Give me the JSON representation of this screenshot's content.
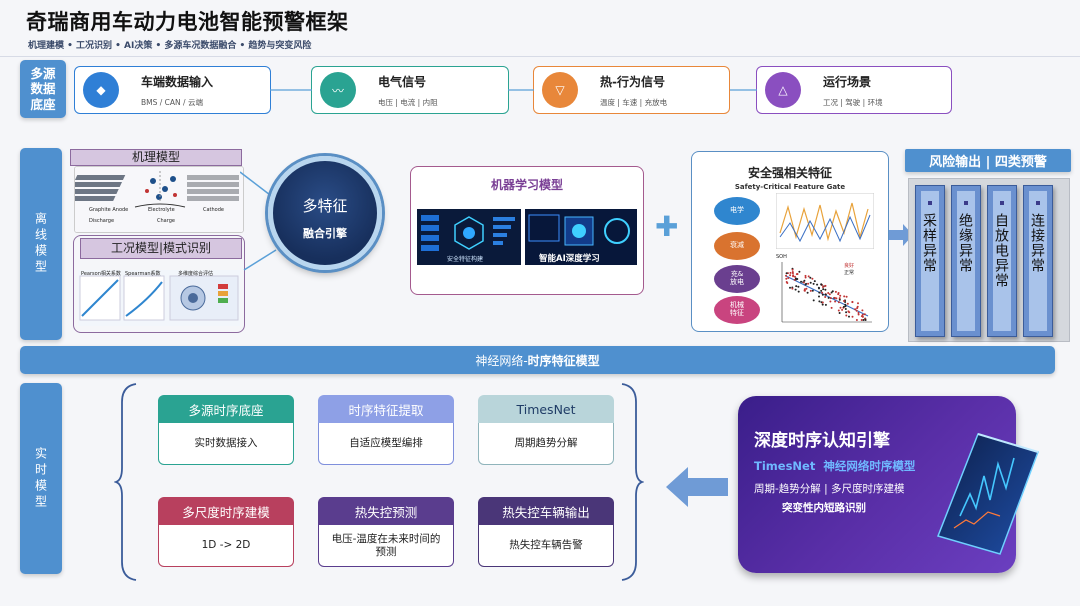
{
  "title": "奇瑞商用车动力电池智能预警框架",
  "subtitle": "机理建模 • 工况识别 • AI决策 • 多源车况数据融合 • 趋势与突变风险",
  "sources_side": "多源\n数据\n底座",
  "sources": [
    {
      "name": "车端数据输入",
      "sub": "BMS / CAN / 云端",
      "icon": "◆",
      "icon_name": "diamond-icon",
      "color": "#2f7fd6"
    },
    {
      "name": "电气信号",
      "sub": "电压 | 电流 | 内阻",
      "icon": "〰",
      "icon_name": "wave-icon",
      "color": "#2aa392"
    },
    {
      "name": "热-行为信号",
      "sub": "温度 | 车速 | 充放电",
      "icon": "▽",
      "icon_name": "triangle-down-icon",
      "color": "#e8873a"
    },
    {
      "name": "运行场景",
      "sub": "工况 | 驾驶 | 环境",
      "icon": "△",
      "icon_name": "triangle-up-icon",
      "color": "#8a4fc0"
    }
  ],
  "offline": {
    "side": "离线模型",
    "mech_label": "机理模型",
    "mech_img_labels": [
      "Graphite Anode",
      "Electrolyte",
      "Cathode",
      "Discharge",
      "Charge"
    ],
    "cond_label": "工况模型|模式识别",
    "cond_img_labels": [
      "Pearson相关系数",
      "Spearman系数",
      "多维度综合评估"
    ],
    "fusion_line1": "多特征",
    "fusion_line2": "融合引擎",
    "ml_title": "机器学习模型",
    "ml_caption_left": "安全特征构建",
    "ml_caption_right": "智能AI深度学习",
    "plus": "✚",
    "safety_title": "安全强相关特征",
    "safety_sub": "Safety-Critical Feature Gate",
    "features": [
      {
        "label": "电学",
        "color": "#2f86cf"
      },
      {
        "label": "衰减",
        "color": "#d9732f"
      },
      {
        "label": "充&\n放电",
        "color": "#6a3f8f"
      },
      {
        "label": "机械\n特征",
        "color": "#c9447f"
      }
    ],
    "scatter_legend": [
      "良好",
      "正常"
    ],
    "scatter_ylabel": "SOH",
    "risk_header": "风险输出 | 四类预警",
    "risks": [
      "采样异常",
      "绝缘异常",
      "自放电异常",
      "连接异常"
    ]
  },
  "banner": {
    "prefix": "神经网络-",
    "bold": "时序特征模型"
  },
  "realtime": {
    "side": "实时模型",
    "modules": [
      {
        "head": "多源时序底座",
        "body": "实时数据接入",
        "head_bg": "#2aa392",
        "head_color": "#ffffff",
        "border": "#2aa392"
      },
      {
        "head": "时序特征提取",
        "body": "自适应模型编排",
        "head_bg": "#8ea0e6",
        "head_color": "#ffffff",
        "border": "#7f8fdc"
      },
      {
        "head": "TimesNet",
        "body": "周期趋势分解",
        "head_bg": "#b9d5da",
        "head_color": "#1f3c66",
        "border": "#8fb4bb"
      },
      {
        "head": "多尺度时序建模",
        "body": "1D -> 2D",
        "head_bg": "#b8405e",
        "head_color": "#ffffff",
        "border": "#b8405e"
      },
      {
        "head": "热失控预测",
        "body": "电压-温度在未来时间的预测",
        "head_bg": "#5a3d8e",
        "head_color": "#ffffff",
        "border": "#5a3d8e"
      },
      {
        "head": "热失控车辆输出",
        "body": "热失控车辆告警",
        "head_bg": "#4a3678",
        "head_color": "#ffffff",
        "border": "#4a3678"
      }
    ],
    "engine_title": "深度时序认知引擎",
    "engine_sub": "TimesNet  神经网络时序模型",
    "engine_line1": "周期-趋势分解 | 多尺度时序建模",
    "engine_line2": "突变性内短路识别"
  }
}
